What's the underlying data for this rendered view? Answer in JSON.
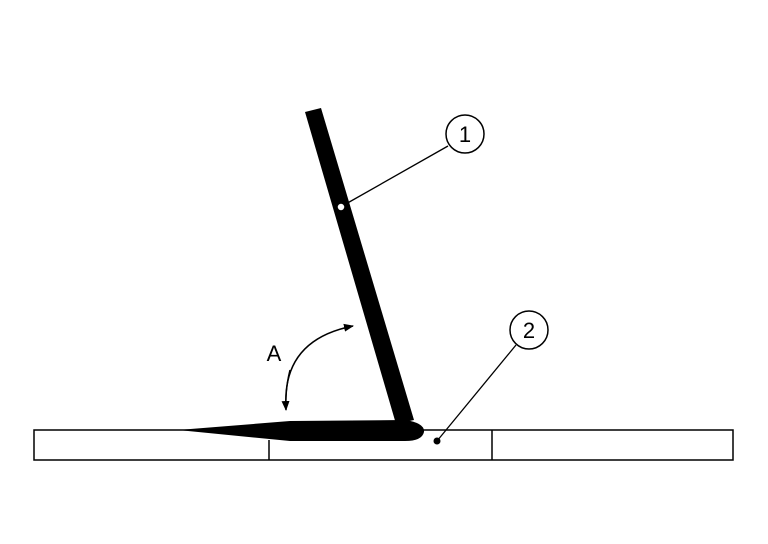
{
  "callouts": [
    {
      "label": "1"
    },
    {
      "label": "2"
    }
  ],
  "angle_label": "A",
  "colors": {
    "ink": "#000000",
    "background": "#ffffff"
  }
}
